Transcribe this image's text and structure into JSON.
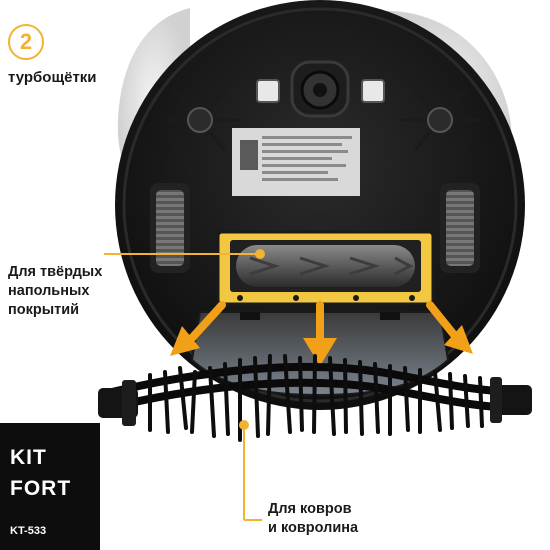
{
  "step_badge": "2",
  "labels": {
    "turbo": "турбощётки",
    "hard_line1": "Для твёрдых",
    "hard_line2": "напольных",
    "hard_line3": "покрытий",
    "carpet_line1": "Для ковров",
    "carpet_line2": "и ковролина"
  },
  "brand": {
    "line1": "KIT",
    "line2": "FORT",
    "model": "KT-533"
  },
  "colors": {
    "accent": "#f2b233",
    "robot_body": "#151515",
    "brush_bristles": "#0a0a0a"
  }
}
